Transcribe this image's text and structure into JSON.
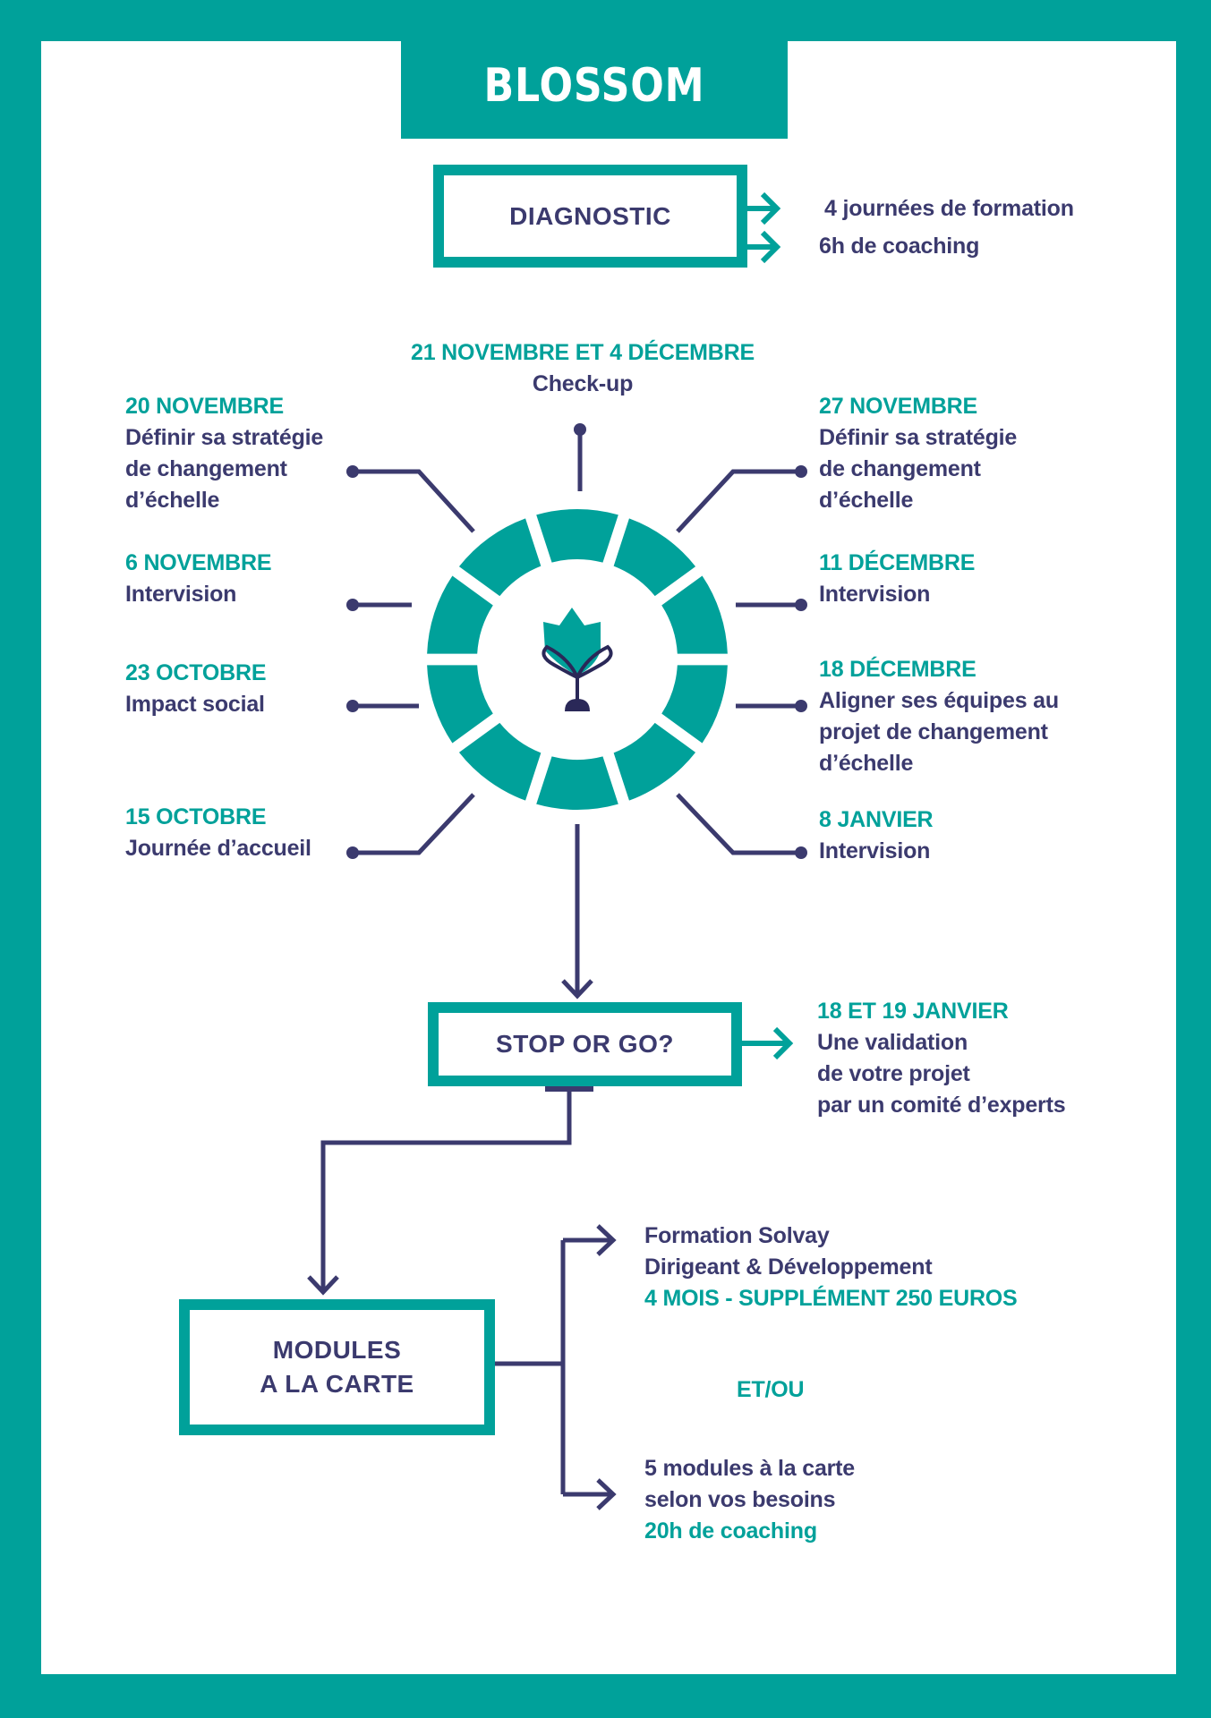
{
  "title": "BLOSSOM",
  "colors": {
    "teal": "#00a19a",
    "navy": "#3b3a6e"
  },
  "diagnostic": {
    "label": "DIAGNOSTIC",
    "outputs": [
      "4 journées de formation",
      "6h de coaching"
    ]
  },
  "cycle": {
    "center_icon": "flower-sprout-icon",
    "segments": 10,
    "top": {
      "date": "21 NOVEMBRE ET 4 DÉCEMBRE",
      "text": [
        "Check-up"
      ]
    },
    "left": [
      {
        "date": "20 NOVEMBRE",
        "text": [
          "Définir sa stratégie",
          "de changement",
          "d’échelle"
        ]
      },
      {
        "date": "6 NOVEMBRE",
        "text": [
          "Intervision"
        ]
      },
      {
        "date": "23 OCTOBRE",
        "text": [
          "Impact social"
        ]
      },
      {
        "date": "15 OCTOBRE",
        "text": [
          "Journée d’accueil"
        ]
      }
    ],
    "right": [
      {
        "date": "27 NOVEMBRE",
        "text": [
          "Définir sa stratégie",
          "de changement",
          "d’échelle"
        ]
      },
      {
        "date": "11 DÉCEMBRE",
        "text": [
          "Intervision"
        ]
      },
      {
        "date": "18 DÉCEMBRE",
        "text": [
          "Aligner ses équipes au",
          "projet de changement",
          "d’échelle"
        ]
      },
      {
        "date": "8 JANVIER",
        "text": [
          "Intervision"
        ]
      }
    ]
  },
  "stop_or_go": {
    "label": "STOP OR GO?",
    "date": "18 ET 19 JANVIER",
    "text": [
      "Une validation",
      "de votre projet",
      "par un comité d’experts"
    ]
  },
  "modules": {
    "label": [
      "MODULES",
      "A LA CARTE"
    ],
    "option1": {
      "text": [
        "Formation Solvay",
        "Dirigeant & Développement"
      ],
      "highlight": "4 MOIS - SUPPLÉMENT 250 EUROS"
    },
    "separator": "ET/OU",
    "option2": {
      "text": [
        "5 modules à la carte",
        "selon vos besoins"
      ],
      "highlight": "20h de coaching"
    }
  }
}
